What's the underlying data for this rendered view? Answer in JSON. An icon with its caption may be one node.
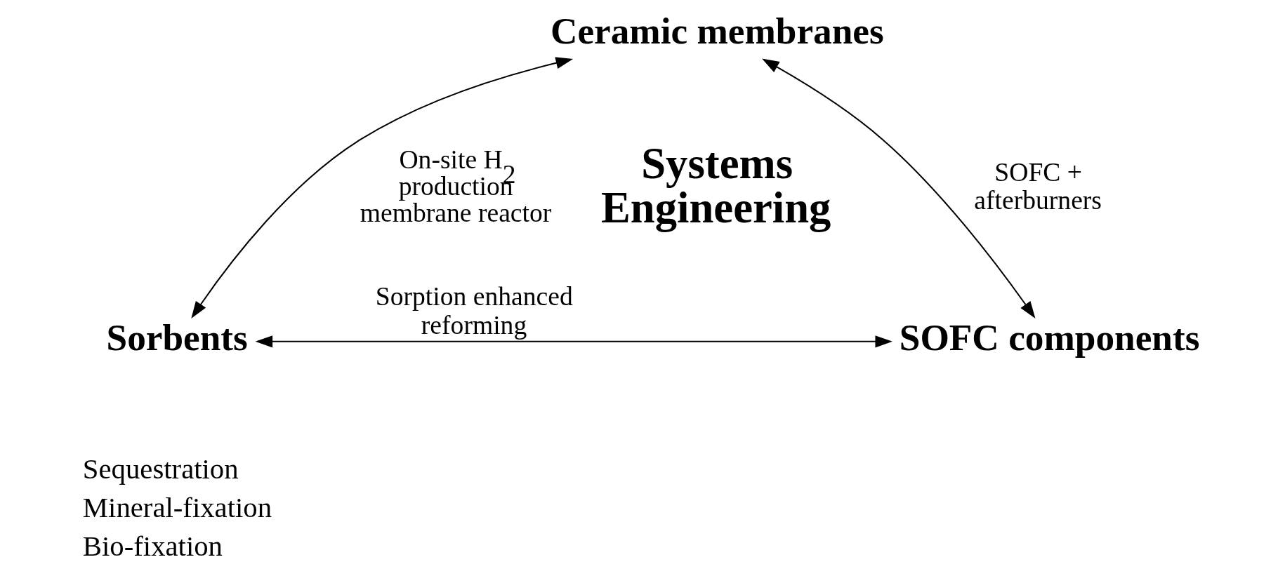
{
  "diagram": {
    "nodes": [
      {
        "text": [
          "Ceramic membranes"
        ]
      },
      {
        "text": [
          "Sorbents"
        ]
      },
      {
        "text": [
          "SOFC components"
        ]
      }
    ],
    "edges": [
      {
        "from": 0,
        "to": 1,
        "arrow": "both",
        "label": "On-site H$_{2}$ production membrane reactor"
      },
      {
        "from": 0,
        "to": 2,
        "arrow": "both",
        "label": "SOFC + afterburners"
      },
      {
        "from": 1,
        "to": 2,
        "arrow": "both",
        "label": "Sorption enhanced reforming"
      }
    ],
    "labels": [
      "Systems Engineering",
      "Sequestration",
      "Mineral-fixation",
      "Bio-fixation"
    ]
  }
}
